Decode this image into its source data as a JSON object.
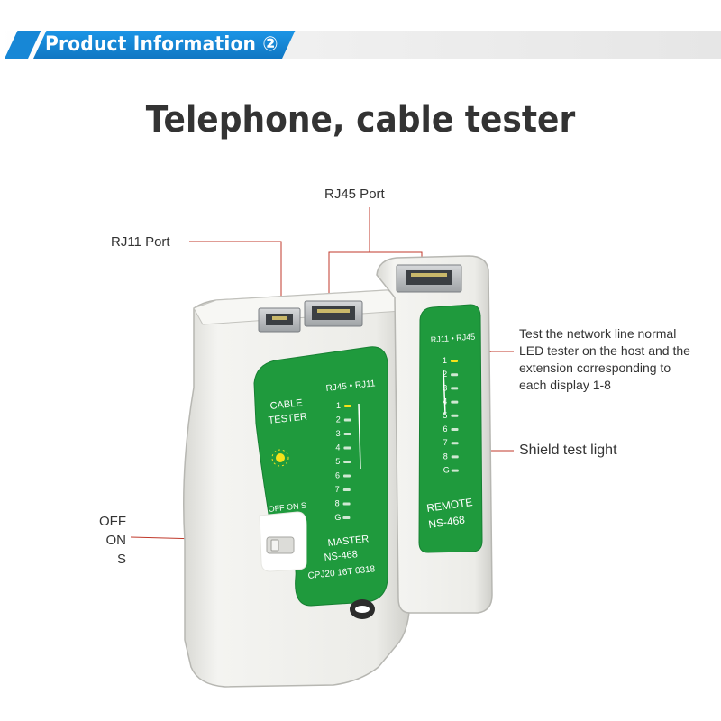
{
  "banner": {
    "label": "Product Information ②"
  },
  "title": "Telephone, cable tester",
  "callouts": {
    "rj45": "RJ45 Port",
    "rj11": "RJ11 Port",
    "test_lines": [
      "Test the network line normal",
      "LED tester on the host and the",
      "extension corresponding to",
      "each display 1-8"
    ],
    "shield": "Shield test light",
    "switch": [
      "OFF",
      "ON",
      "S"
    ]
  },
  "master": {
    "cable": "CABLE",
    "tester": "TESTER",
    "rj_label": "RJ45 • RJ11",
    "switch_label": "OFF ON S",
    "model": [
      "MASTER",
      "NS-468",
      "CPJ20 16T 0318"
    ],
    "leds": [
      "1",
      "2",
      "3",
      "4",
      "5",
      "6",
      "7",
      "8",
      "G"
    ]
  },
  "remote": {
    "rj_label": "RJ11 • RJ45",
    "model": [
      "REMOTE",
      "NS-468"
    ],
    "leds": [
      "1",
      "2",
      "3",
      "4",
      "5",
      "6",
      "7",
      "8",
      "G"
    ]
  },
  "colors": {
    "banner_blue": "#1787d6",
    "panel_green": "#1f9a3d",
    "body_white": "#efefec",
    "led_yellow": "#f6e21a"
  }
}
